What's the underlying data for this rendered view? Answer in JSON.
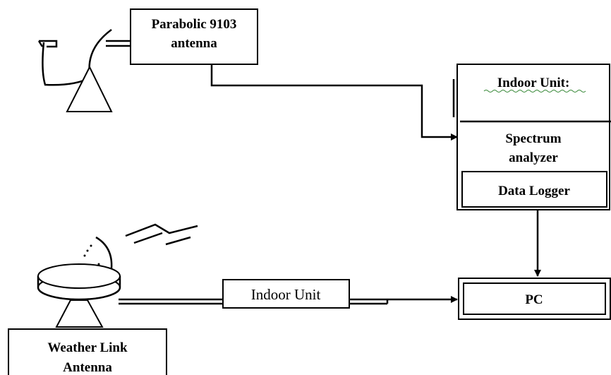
{
  "diagram": {
    "parabolic_box": {
      "line1": "Parabolic 9103",
      "line2": "antenna"
    },
    "indoor_unit_header": "Indoor  Unit:",
    "spectrum_box": {
      "line1": "Spectrum",
      "line2": "analyzer"
    },
    "data_logger": "Data Logger",
    "pc": "PC",
    "indoor_unit_link": "Indoor Unit",
    "weather_box": {
      "line1": "Weather Link",
      "line2": "Antenna"
    }
  }
}
